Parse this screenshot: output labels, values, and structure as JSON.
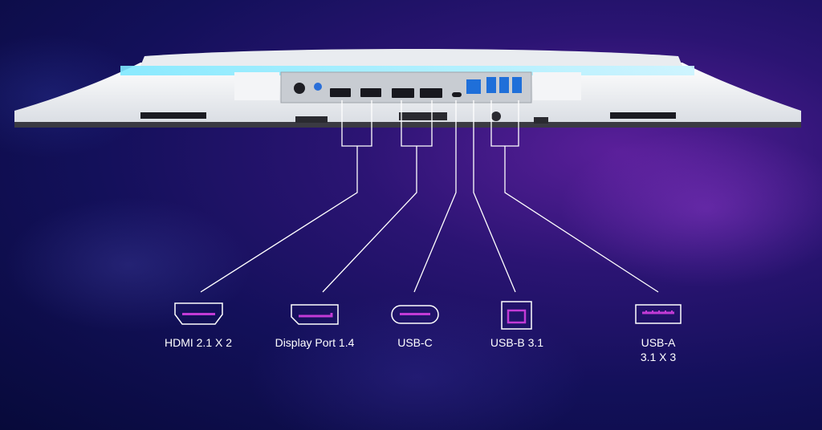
{
  "ports": [
    {
      "id": "hdmi",
      "label": "HDMI 2.1 X 2",
      "icon": "hdmi-icon"
    },
    {
      "id": "displayport",
      "label": "Display Port 1.4",
      "icon": "displayport-icon"
    },
    {
      "id": "usbc",
      "label": "USB-C",
      "icon": "usb-c-icon"
    },
    {
      "id": "usbb",
      "label": "USB-B 3.1",
      "icon": "usb-b-icon"
    },
    {
      "id": "usba",
      "label": "USB-A\n3.1 X 3",
      "icon": "usb-a-icon"
    }
  ],
  "colors": {
    "accent": "#c23bd6",
    "line": "#ffffff",
    "usb_blue": "#1f6fd9"
  }
}
